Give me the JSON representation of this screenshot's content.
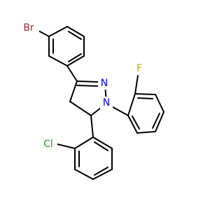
{
  "molecule": {
    "atoms": {
      "br": {
        "text": "Br",
        "color": "#a52a2a"
      },
      "n2": {
        "text": "N",
        "color": "#0000ff"
      },
      "n1": {
        "text": "N",
        "color": "#0000ff"
      },
      "f": {
        "text": "F",
        "color": "#c9a500"
      },
      "cl": {
        "text": "Cl",
        "color": "#1fa01f"
      }
    }
  }
}
